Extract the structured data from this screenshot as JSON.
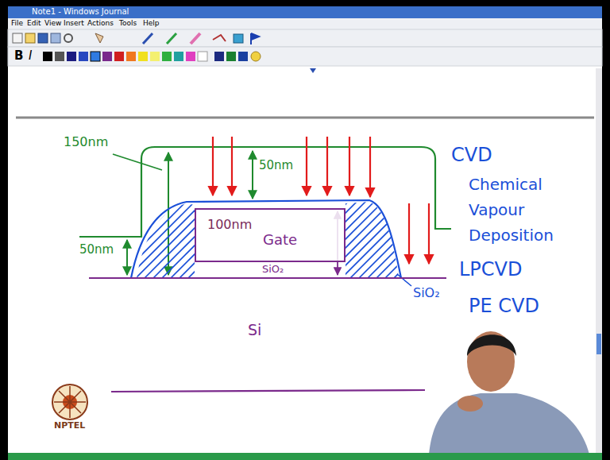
{
  "diagram": {
    "nodes": [
      {
        "text": [
          "100nm",
          "Gate"
        ]
      }
    ],
    "labels": [
      "Note1 - Windows Journal",
      "File",
      "Edit",
      "View",
      "Insert",
      "Actions",
      "Tools",
      "Help",
      "B",
      "I",
      "150nm",
      "50nm",
      "50nm",
      "SiO₂",
      "SiO₂",
      "CVD",
      "Chemical Vapour Deposition",
      "LPCVD",
      "PE CVD",
      "Si",
      "NPTEL"
    ]
  }
}
